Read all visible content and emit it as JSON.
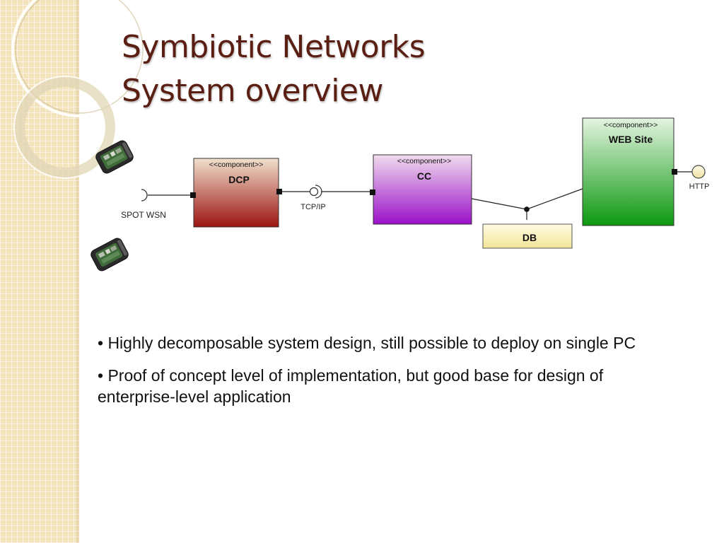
{
  "slide": {
    "title_line1": "Symbiotic Networks",
    "title_line2": "System overview"
  },
  "diagram": {
    "components": [
      {
        "id": "dcp",
        "stereotype": "<<component>>",
        "name": "DCP",
        "color_top": "#f0e0cc",
        "color_bottom": "#9c1412"
      },
      {
        "id": "cc",
        "stereotype": "<<component>>",
        "name": "CC",
        "color_top": "#f0dcee",
        "color_bottom": "#9b10c8"
      },
      {
        "id": "web",
        "stereotype": "<<component>>",
        "name": "WEB Site",
        "color_top": "#e4f4e0",
        "color_bottom": "#0c9810"
      },
      {
        "id": "db",
        "name": "DB",
        "color_top": "#fffbe2",
        "color_bottom": "#f4e498"
      }
    ],
    "interfaces": {
      "spot": "SPOT WSN",
      "tcp": "TCP/IP",
      "http": "HTTP"
    },
    "icons": [
      "sensor-device-icon",
      "sensor-device-icon"
    ]
  },
  "bullets": [
    "• Highly decomposable system design, still possible to deploy on single PC",
    "• Proof of concept level of implementation, but good base for design of enterprise-level application"
  ]
}
